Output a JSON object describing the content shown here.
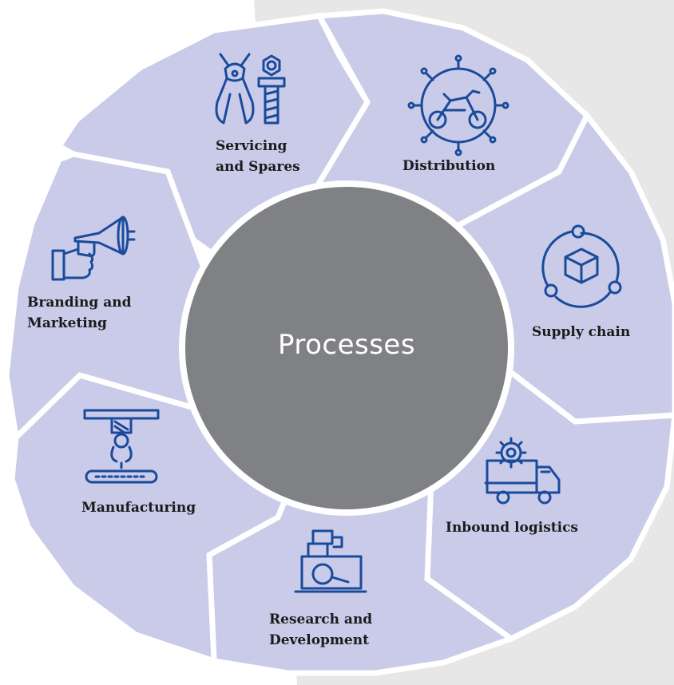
{
  "center": {
    "title": "Processes"
  },
  "segments": [
    {
      "label": "Servicing\nand Spares",
      "icon": "pliers-bolt-icon"
    },
    {
      "label": "Distribution",
      "icon": "network-motorcycle-icon"
    },
    {
      "label": "Supply chain",
      "icon": "circular-box-icon"
    },
    {
      "label": "Inbound logistics",
      "icon": "truck-gear-icon"
    },
    {
      "label": "Research and\nDevelopment",
      "icon": "lab-microscope-icon"
    },
    {
      "label": "Manufacturing",
      "icon": "robot-arm-conveyor-icon"
    },
    {
      "label": "Branding and\nMarketing",
      "icon": "hand-megaphone-icon"
    }
  ],
  "colors": {
    "segment_fill": "#c9cbe9",
    "center_fill": "#808184",
    "icon_stroke": "#1a4b9b",
    "background_panel": "#e7e7e8"
  }
}
